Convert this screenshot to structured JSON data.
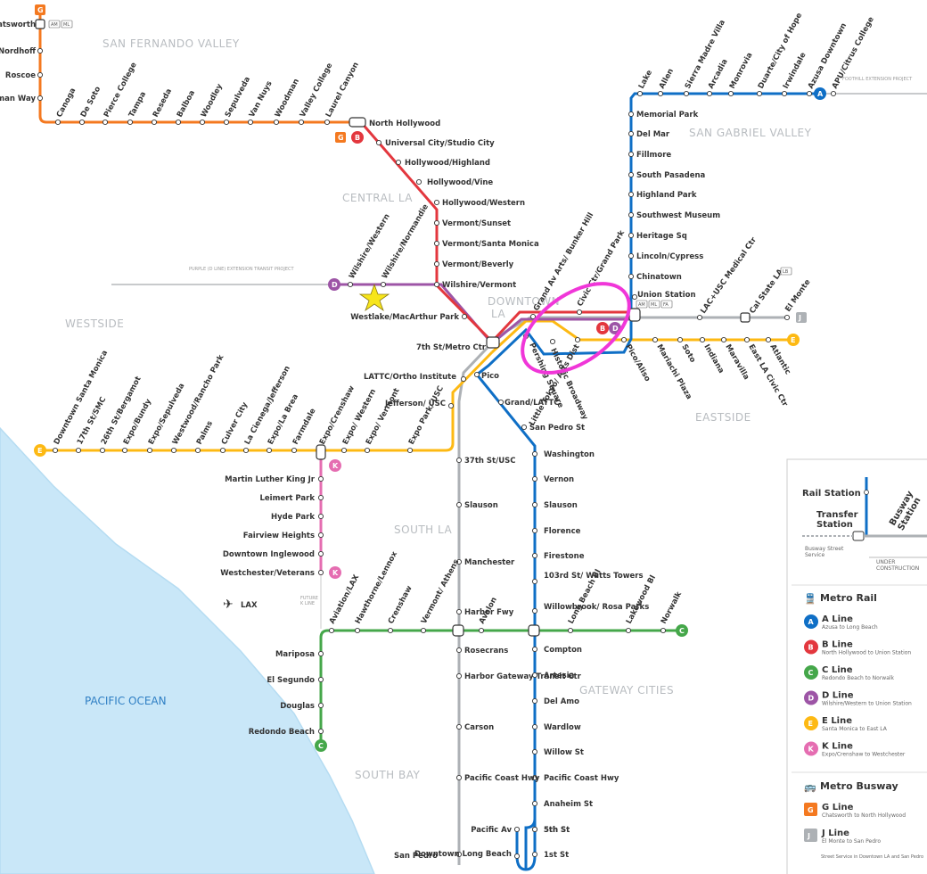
{
  "colors": {
    "A": "#0f6fc6",
    "B": "#e3373e",
    "C": "#45a74a",
    "D": "#9d55a6",
    "E": "#fdb913",
    "K": "#e56db1",
    "G": "#f47920",
    "J": "#adb1b5",
    "ocean": "#c9e7f8"
  },
  "regions": [
    "SAN FERNANDO VALLEY",
    "CENTRAL LA",
    "WESTSIDE",
    "DOWNTOWN LA",
    "SAN GABRIEL VALLEY",
    "EASTSIDE",
    "SOUTH LA",
    "GATEWAY CITIES",
    "SOUTH BAY"
  ],
  "ocean_label": "PACIFIC OCEAN",
  "project_labels": [
    "PURPLE (D LINE) EXTENSION TRANSIT PROJECT",
    "FOOTHILL EXTENSION PROJECT"
  ],
  "g_line": [
    "Chatsworth",
    "Nordhoff",
    "Roscoe",
    "Sherman Way",
    "Canoga",
    "De Soto",
    "Pierce College",
    "Tampa",
    "Reseda",
    "Balboa",
    "Woodley",
    "Sepulveda",
    "Van Nuys",
    "Woodman",
    "Valley College",
    "Laurel Canyon"
  ],
  "b_line": [
    "North Hollywood",
    "Universal City/Studio City",
    "Hollywood/Highland",
    "Hollywood/Vine",
    "Hollywood/Western",
    "Vermont/Sunset",
    "Vermont/Santa Monica",
    "Vermont/Beverly",
    "Wilshire/Vermont",
    "Westlake/MacArthur Park",
    "7th St/Metro Ctr",
    "Pershing Square",
    "Civic Ctr/Grand Park",
    "Union Station"
  ],
  "d_line": [
    "Wilshire/Western",
    "Wilshire/Normandie"
  ],
  "a_line_north": [
    "Lake",
    "Allen",
    "Sierra Madre Villa",
    "Arcadia",
    "Monrovia",
    "Duarte/City of Hope",
    "Irwindale",
    "Azusa Downtown",
    "APU/Citrus College",
    "Memorial Park",
    "Del Mar",
    "Fillmore",
    "South Pasadena",
    "Highland Park",
    "Southwest Museum",
    "Heritage Sq",
    "Lincoln/Cypress",
    "Chinatown"
  ],
  "a_line_south": [
    "Pico",
    "Grand/LATTC",
    "San Pedro St",
    "Washington",
    "Vernon",
    "Slauson",
    "Florence",
    "Firestone",
    "103rd St/ Watts Towers",
    "Willowbrook/ Rosa Parks",
    "Compton",
    "Artesia",
    "Del Amo",
    "Wardlow",
    "Willow St",
    "Pacific Coast Hwy",
    "Anaheim St",
    "5th St",
    "1st St",
    "Pacific Av",
    "Downtown Long Beach"
  ],
  "dt_labels": [
    "Grand Av Arts/ Bunker Hill",
    "Historic Broadway",
    "Little Tokyo/ Arts Dist"
  ],
  "e_line_east": [
    "Pico/Aliso",
    "Mariachi Plaza",
    "Soto",
    "Indiana",
    "Maravilla",
    "East LA Civic Ctr",
    "Atlantic"
  ],
  "e_line_west": [
    "Downtown Santa Monica",
    "17th St/SMC",
    "26th St/Bergamot",
    "Expo/Bundy",
    "Expo/Sepulveda",
    "Westwood/Rancho Park",
    "Palms",
    "Culver City",
    "La Cienega/Jefferson",
    "Expo/La Brea",
    "Farmdale",
    "Expo/Crenshaw",
    "Expo/ Western",
    "Expo/ Vermont",
    "Expo Park/ USC",
    "Jefferson/ USC",
    "LATTC/Ortho Institute"
  ],
  "j_line": [
    "LAC+USC Medical Ctr",
    "Cal State LA",
    "El Monte",
    "37th St/USC",
    "Slauson",
    "Manchester",
    "Harbor Fwy",
    "Rosecrans",
    "Harbor Gateway Transit Ctr",
    "Carson",
    "Pacific Coast Hwy",
    "San Pedro"
  ],
  "k_line": [
    "Martin Luther King Jr",
    "Leimert Park",
    "Hyde Park",
    "Fairview Heights",
    "Downtown Inglewood",
    "Westchester/Veterans"
  ],
  "lax_label": "LAX",
  "future_label": "FUTURE K LINE",
  "c_line": [
    "Aviation/LAX",
    "Hawthorne/Lennox",
    "Crenshaw",
    "Vermont/ Athens",
    "Avalon",
    "Long Beach Bl",
    "Lakewood Bl",
    "Norwalk",
    "Mariposa",
    "El Segundo",
    "Douglas",
    "Redondo Beach"
  ],
  "tags": [
    "AM",
    "ML",
    "AM",
    "ML",
    "FA",
    "LB"
  ],
  "legend": {
    "rail_station": "Rail Station",
    "transfer_station": "Transfer Station",
    "busway_station": "Busway Station",
    "busway_street": "Busway Street Service",
    "under_construction": "UNDER CONSTRUCTION",
    "metro_rail": "Metro Rail",
    "metro_busway": "Metro Busway",
    "lines": [
      {
        "letter": "A",
        "name": "A Line",
        "desc": "Azusa to Long Beach"
      },
      {
        "letter": "B",
        "name": "B Line",
        "desc": "North Hollywood to Union Station"
      },
      {
        "letter": "C",
        "name": "C Line",
        "desc": "Redondo Beach to Norwalk"
      },
      {
        "letter": "D",
        "name": "D Line",
        "desc": "Wilshire/Western to Union Station"
      },
      {
        "letter": "E",
        "name": "E Line",
        "desc": "Santa Monica to East LA"
      },
      {
        "letter": "K",
        "name": "K Line",
        "desc": "Expo/Crenshaw to Westchester"
      }
    ],
    "busways": [
      {
        "letter": "G",
        "name": "G Line",
        "desc": "Chatsworth to North Hollywood"
      },
      {
        "letter": "J",
        "name": "J Line",
        "desc": "El Monte to San Pedro"
      }
    ],
    "busway_note": "Street Service in Downtown LA and San Pedro"
  }
}
